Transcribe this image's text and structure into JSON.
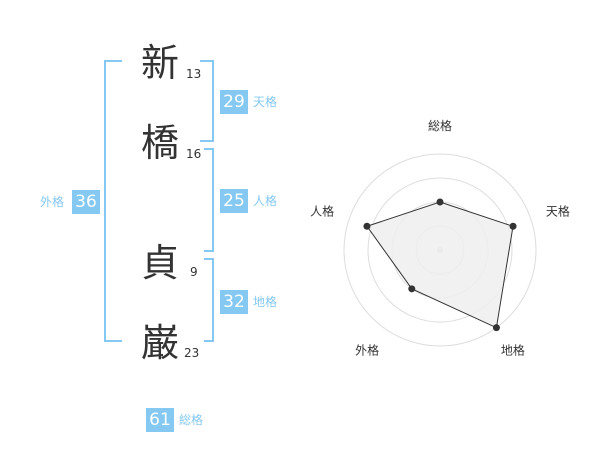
{
  "name_chars": [
    {
      "char": "新",
      "strokes": "13"
    },
    {
      "char": "橋",
      "strokes": "16"
    },
    {
      "char": "貞",
      "strokes": "9"
    },
    {
      "char": "巌",
      "strokes": "23"
    }
  ],
  "fortunes": {
    "tenkaku": {
      "value": "29",
      "label": "天格"
    },
    "jinkaku": {
      "value": "25",
      "label": "人格"
    },
    "chikaku": {
      "value": "32",
      "label": "地格"
    },
    "gaikaku": {
      "value": "36",
      "label": "外格"
    },
    "soukaku": {
      "value": "61",
      "label": "総格"
    }
  },
  "colors": {
    "accent": "#85c8f2",
    "text": "#333333",
    "radar_fill": "#efefef",
    "radar_grid": "#dddddd"
  },
  "chart_data": {
    "type": "radar",
    "axes": [
      "総格",
      "天格",
      "地格",
      "外格",
      "人格"
    ],
    "values": [
      0.5,
      0.8,
      1.0,
      0.5,
      0.8
    ],
    "rings": 4,
    "max": 1.0
  }
}
